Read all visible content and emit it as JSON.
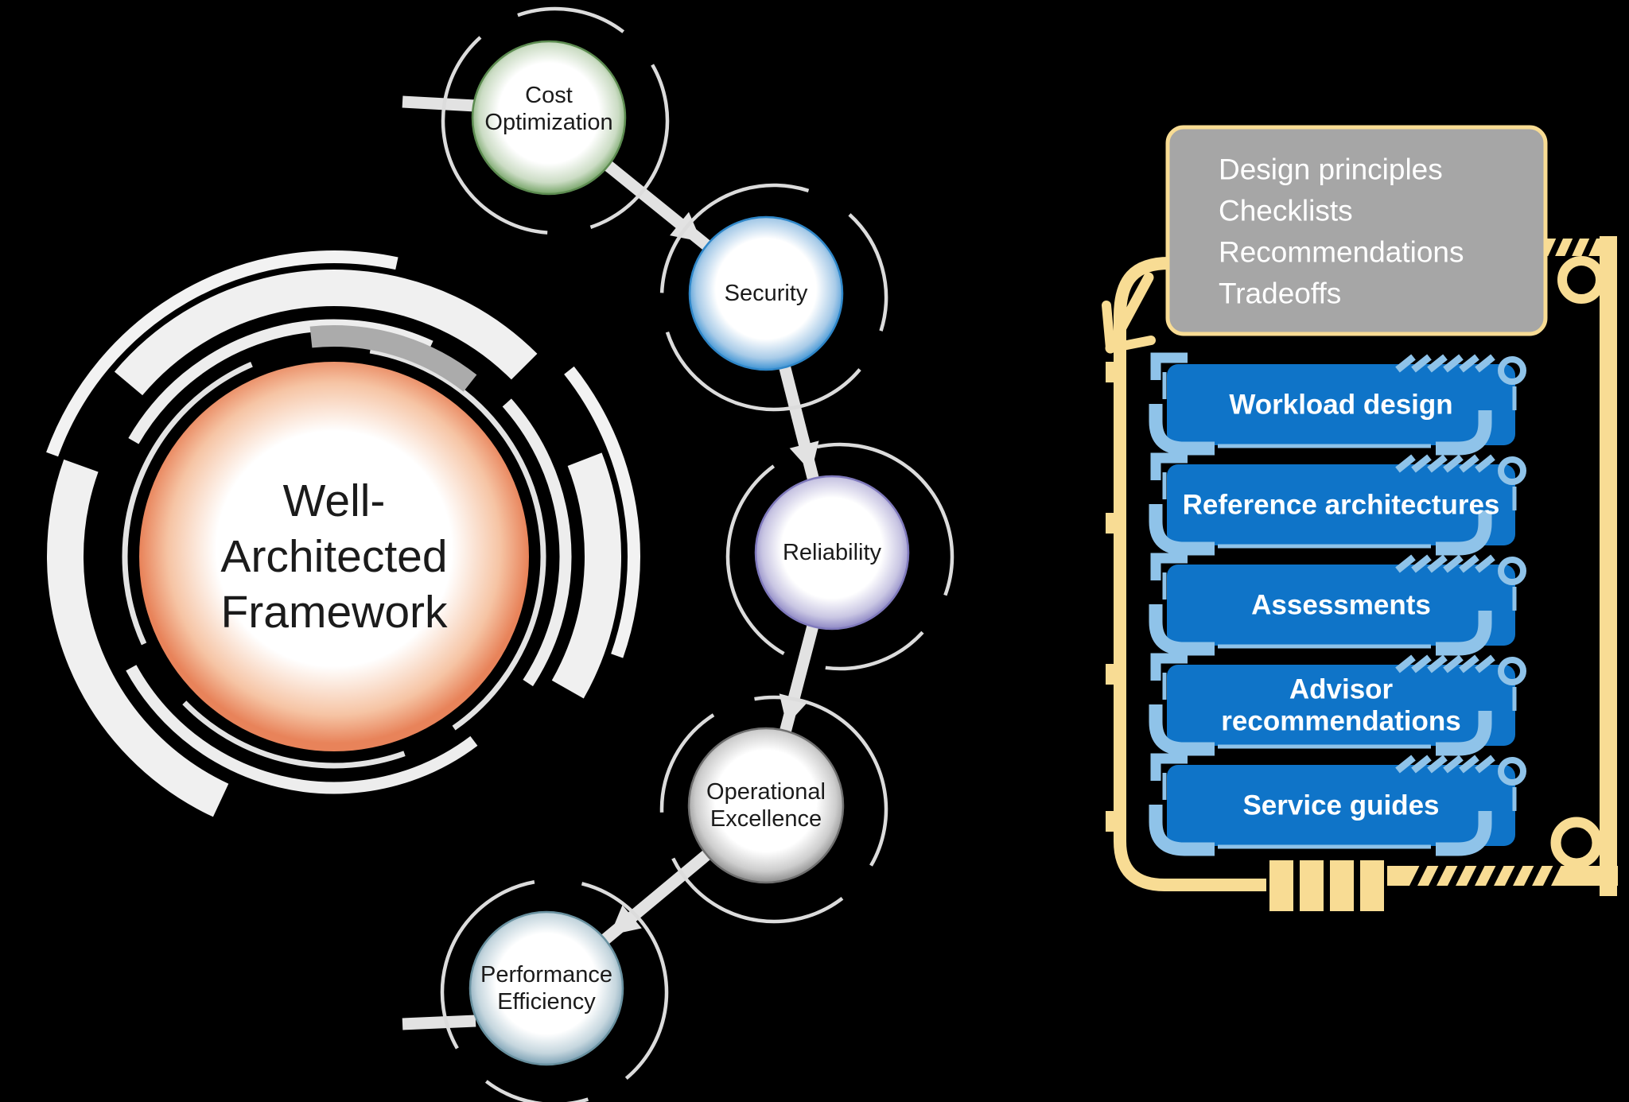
{
  "diagram_title": "Well-Architected Framework",
  "canvas": {
    "background": "#000000"
  },
  "hub": {
    "lines": [
      "Well-",
      "Architected",
      "Framework"
    ],
    "text_color": "#1B1B1B",
    "glow_color": "#E8835A",
    "glow_mid": "#F6C4A4"
  },
  "pillars": [
    {
      "id": "cost-optimization",
      "lines": [
        "Cost",
        "Optimization"
      ],
      "rim": "#76A468",
      "rim_dark": "#5C8B50",
      "rim_light": "#CBDCC4"
    },
    {
      "id": "security",
      "lines": [
        "Security"
      ],
      "rim": "#3F94D4",
      "rim_dark": "#2E86C8",
      "rim_light": "#A8CBE8"
    },
    {
      "id": "reliability",
      "lines": [
        "Reliability"
      ],
      "rim": "#8E88C4",
      "rim_dark": "#7F79BC",
      "rim_light": "#C9C6E3"
    },
    {
      "id": "operational-excellence",
      "lines": [
        "Operational",
        "Excellence"
      ],
      "rim": "#909090",
      "rim_dark": "#6F6F6F",
      "rim_light": "#CDCDCD"
    },
    {
      "id": "performance-efficiency",
      "lines": [
        "Performance",
        "Efficiency"
      ],
      "rim": "#7FA3B6",
      "rim_dark": "#68909F",
      "rim_light": "#C5D6DE"
    }
  ],
  "guidance_box": {
    "lines": [
      "Design principles",
      "Checklists",
      "Recommendations",
      "Tradeoffs"
    ],
    "fill": "#A6A6A6",
    "border": "#F8DC94",
    "text_color": "#FFFFFF"
  },
  "resources": {
    "fill": "#0F74C8",
    "trim": "#8FC3E9",
    "text_color": "#FFFFFF",
    "items": [
      {
        "id": "workload-design",
        "lines": [
          "Workload design"
        ]
      },
      {
        "id": "reference-architectures",
        "lines": [
          "Reference architectures"
        ]
      },
      {
        "id": "assessments",
        "lines": [
          "Assessments"
        ]
      },
      {
        "id": "advisor-recommendations",
        "lines": [
          "Advisor",
          "recommendations"
        ]
      },
      {
        "id": "service-guides",
        "lines": [
          "Service guides"
        ]
      }
    ]
  },
  "frame": {
    "gold": "#F8DC94"
  },
  "connectors": {
    "color": "#E2E2E2"
  },
  "rings": {
    "color": "#DCDCDC"
  },
  "arcs": {
    "light": "#EDEDED",
    "lighter": "#F2F2F2",
    "faint": "#F0F0F0",
    "dark": "#ABABAB",
    "thin": "#E3E3E3"
  }
}
